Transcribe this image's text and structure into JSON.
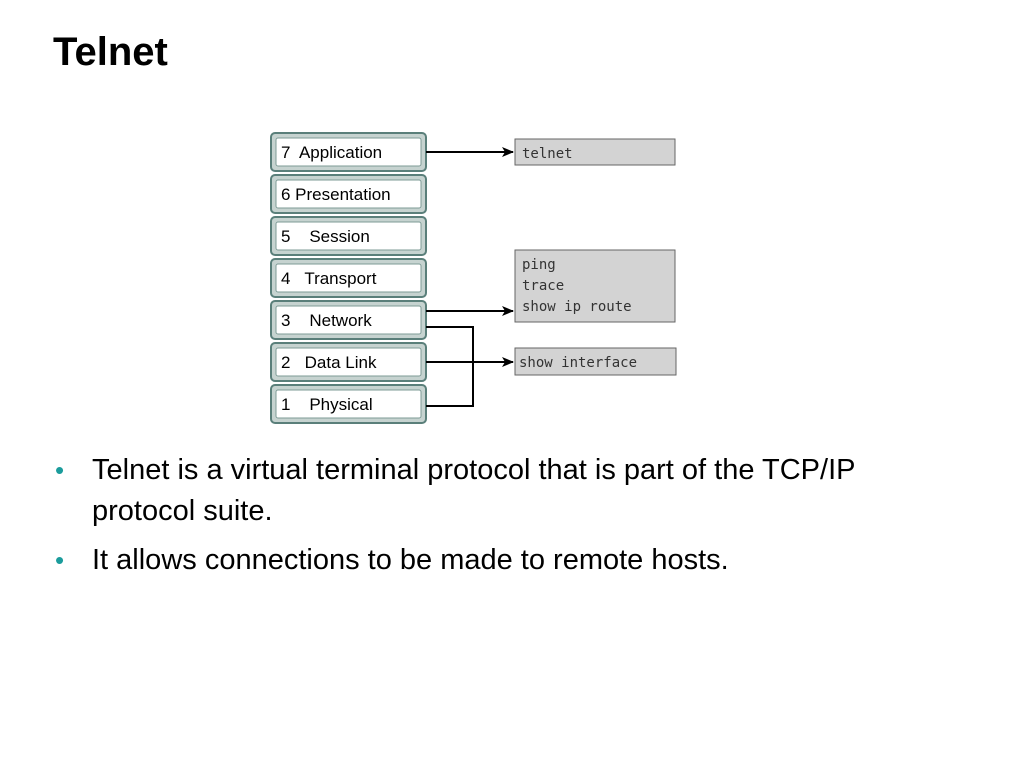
{
  "title": "Telnet",
  "diagram": {
    "layers": [
      {
        "label": "7  Application"
      },
      {
        "label": "6 Presentation"
      },
      {
        "label": "5    Session"
      },
      {
        "label": "4   Transport"
      },
      {
        "label": "3    Network"
      },
      {
        "label": "2   Data Link"
      },
      {
        "label": "1    Physical"
      }
    ],
    "commands": {
      "application": [
        "telnet"
      ],
      "network": [
        "ping",
        "trace",
        "show ip route"
      ],
      "data_link": [
        "show interface"
      ]
    }
  },
  "bullets": [
    "Telnet is a virtual terminal protocol that is part of the TCP/IP protocol suite.",
    "It allows connections to be made to remote hosts."
  ],
  "colors": {
    "bullet": "#1b9c9c",
    "layer_border": "#5a7f7a",
    "command_box": "#d3d3d3"
  }
}
